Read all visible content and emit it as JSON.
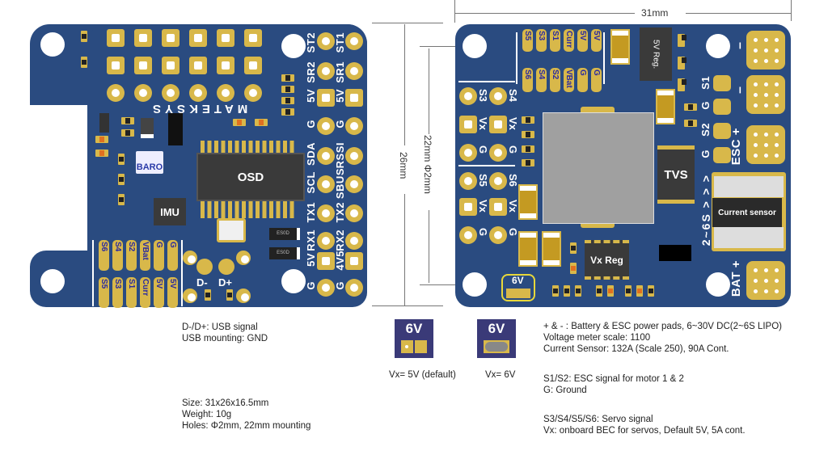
{
  "colors": {
    "pcb": "#2a4b80",
    "pad": "#d8b84a",
    "silkscreen": "#ffffff",
    "stripe_text": "#2a2aa0",
    "jumper_highlight": "#e8d83a"
  },
  "left_board": {
    "brand": "MATEKSYS",
    "pin_labels_inner": [
      "ST2",
      "SR2",
      "5V",
      "G",
      "SDA",
      "SCL",
      "TX1",
      "RX1",
      "5V",
      "G"
    ],
    "pin_labels_outer": [
      "ST1",
      "SR1",
      "5V",
      "G",
      "RSSI",
      "SBUS",
      "TX2",
      "RX2",
      "4V5",
      "G"
    ],
    "chips": {
      "osd": "OSD",
      "imu": "IMU",
      "baro": "BARO",
      "diode": "ES0D"
    },
    "bottom_stripes_top": [
      "S6",
      "S4",
      "S2",
      "VBat",
      "G",
      "G"
    ],
    "bottom_stripes_bottom": [
      "S5",
      "S3",
      "S1",
      "Curr",
      "5V",
      "5V"
    ],
    "usb_labels": [
      "D-",
      "D+"
    ]
  },
  "dimensions": {
    "width": "31mm",
    "height": "26mm",
    "mounting": "22mm Φ2mm"
  },
  "right_board": {
    "top_stripes_top": [
      "S5",
      "S3",
      "S1",
      "Curr",
      "5V",
      "5V"
    ],
    "top_stripes_bottom": [
      "S6",
      "S4",
      "S2",
      "VBat",
      "G",
      "G"
    ],
    "servo_labels": [
      "S3",
      "S4",
      "Vx",
      "Vx",
      "G",
      "G",
      "S5",
      "S6",
      "Vx",
      "Vx",
      "G",
      "G"
    ],
    "esc_labels": [
      "S1",
      "G",
      "S2",
      "G"
    ],
    "power_labels": {
      "minus1": "–",
      "minus2": "–",
      "esc_plus": "ESC +",
      "bat_plus": "BAT +",
      "cells": "2~6S > > >"
    },
    "chips": {
      "reg5v": "5V Reg.",
      "tvs": "TVS",
      "vxreg": "Vx Reg",
      "current": "Current sensor"
    },
    "jumper_label": "6V"
  },
  "notes": {
    "usb": [
      "D-/D+: USB signal",
      "USB mounting: GND"
    ],
    "specs": [
      "Size: 31x26x16.5mm",
      "Weight: 10g",
      "Holes: Φ2mm, 22mm mounting"
    ],
    "jumpers": [
      {
        "label": "6V",
        "caption": "Vx= 5V (default)"
      },
      {
        "label": "6V",
        "caption": "Vx= 6V"
      }
    ],
    "power": [
      "+ & - : Battery & ESC power pads,  6~30V DC(2~6S LIPO)",
      "Voltage meter scale: 1100",
      "Current Sensor: 132A (Scale 250), 90A Cont."
    ],
    "esc": [
      "S1/S2: ESC signal for motor 1 & 2",
      "G: Ground"
    ],
    "servo": [
      "S3/S4/S5/S6:  Servo signal",
      "Vx: onboard BEC for servos, Default 5V, 5A cont."
    ]
  }
}
